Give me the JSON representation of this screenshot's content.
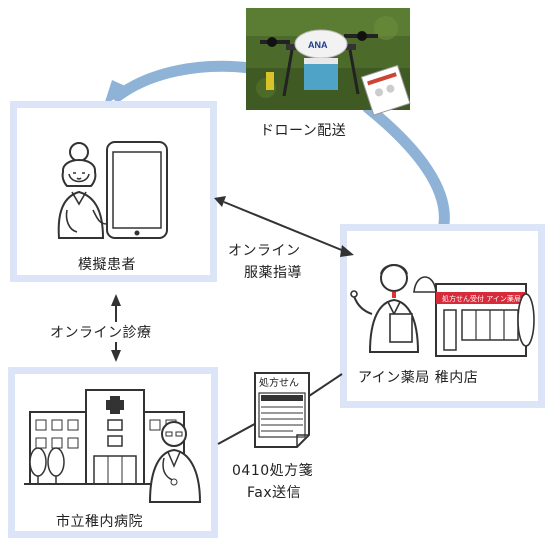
{
  "nodes": {
    "patient": {
      "label": "模擬患者"
    },
    "pharmacy": {
      "label": "アイン薬局 稚内店",
      "sign_text": "処方せん受付  アイン薬局"
    },
    "hospital": {
      "label": "市立稚内病院"
    }
  },
  "drone": {
    "label": "ドローン配送",
    "brand": "ANA"
  },
  "edges": {
    "online_consult": "オンライン診療",
    "online_guidance": [
      "オンライン",
      "服薬指導"
    ],
    "fax": [
      "0410処方箋",
      "Fax送信"
    ]
  },
  "prescription_doc": {
    "title": "処方せん"
  },
  "colors": {
    "box_border": "#dbe5f7",
    "flow_arrow": "#8fb3d6",
    "line": "#333333"
  }
}
